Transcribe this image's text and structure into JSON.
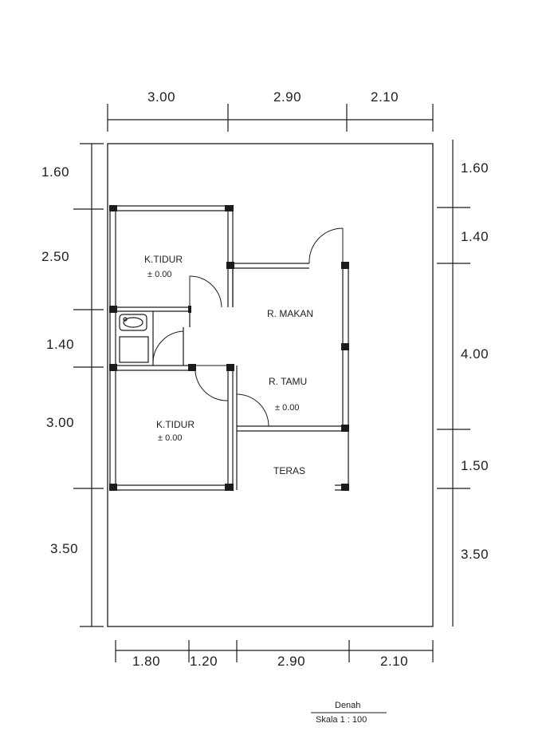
{
  "dimensions": {
    "top": [
      "3.00",
      "2.90",
      "2.10"
    ],
    "bottom": [
      "1.80",
      "1.20",
      "2.90",
      "2.10"
    ],
    "left": [
      "1.60",
      "2.50",
      "1.40",
      "3.00",
      "3.50"
    ],
    "right": [
      "1.60",
      "1.40",
      "4.00",
      "1.50",
      "3.50"
    ]
  },
  "rooms": {
    "bedroom_top": {
      "name": "K.TIDUR",
      "level": "± 0.00"
    },
    "dining": {
      "name": "R. MAKAN"
    },
    "living": {
      "name": "R. TAMU",
      "level": "± 0.00"
    },
    "bedroom_bottom": {
      "name": "K.TIDUR",
      "level": "± 0.00"
    },
    "terrace": {
      "name": "TERAS"
    }
  },
  "caption": {
    "title": "Denah",
    "scale": "Skala 1 : 100"
  }
}
